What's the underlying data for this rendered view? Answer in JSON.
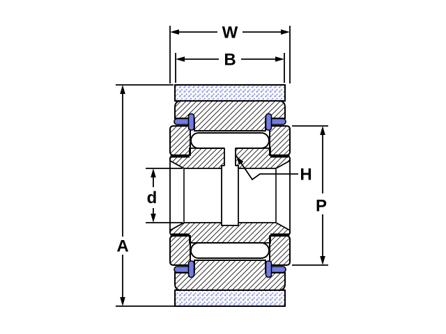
{
  "drawing": {
    "kind": "bearing-cross-section",
    "labels": {
      "w": "W",
      "b": "B",
      "a": "A",
      "d": "d",
      "h": "H",
      "p": "P"
    },
    "colors": {
      "outline": "#000000",
      "background": "#ffffff",
      "elastomer_hatch": "#98a0ec",
      "elastomer_hatch_light": "#c3c8f4",
      "seal_fill": "#727be0"
    }
  }
}
